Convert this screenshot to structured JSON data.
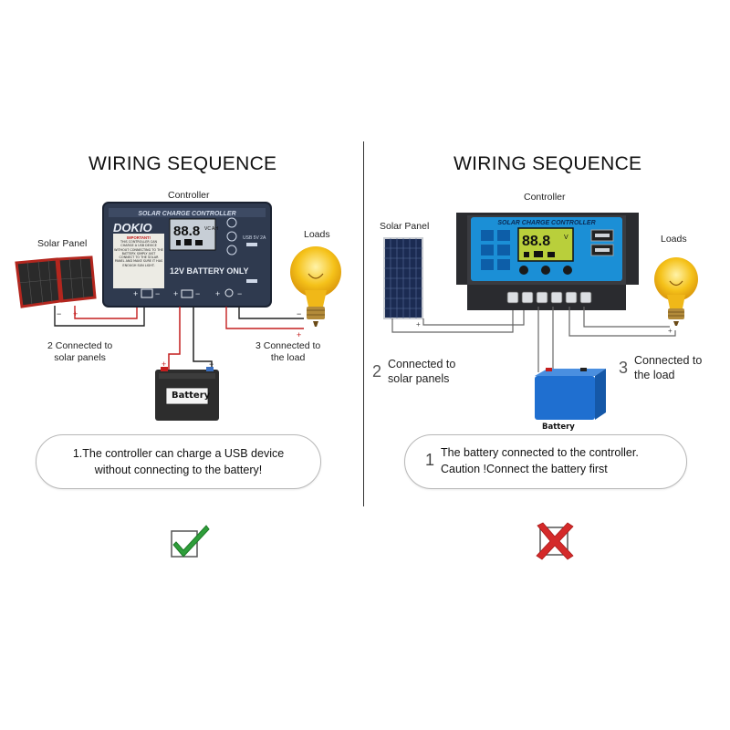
{
  "left": {
    "title": "WIRING SEQUENCE",
    "controller_label": "Controller",
    "solar_label": "Solar Panel",
    "loads_label": "Loads",
    "conn_solar": "2 Connected to\nsolar panels",
    "conn_load": "3 Connected to\nthe load",
    "battery_label": "Battery",
    "controller": {
      "header": "SOLAR CHARGE CONTROLLER",
      "brand": "DOKIO",
      "important": "IMPORTANT!",
      "notice": "THIS CONTROLLER CAN CHARGE A USB DEVICE WITHOUT CONNECTING TO THE BATTERY. SIMPLY JUST CONNECT TO THE SOLAR PANEL AND MAKE SURE IT HAS ENOUGH SUN LIGHT.",
      "lcd": "88.8",
      "lcd_units": "VC AH",
      "model": "12V BATTERY ONLY",
      "usb": "USB 5V 2A"
    },
    "note": "1.The controller can charge a USB device\nwithout connecting to the battery!",
    "verdict": "check-icon",
    "verdict_color": "#2e9e3a"
  },
  "right": {
    "title": "WIRING SEQUENCE",
    "controller_label": "Controller",
    "solar_label": "Solar Panel",
    "loads_label": "Loads",
    "conn_solar_num": "2",
    "conn_solar": "Connected to\nsolar panels",
    "conn_load_num": "3",
    "conn_load": "Connected to\nthe load",
    "battery_label": "Battery",
    "controller": {
      "header": "SOLAR CHARGE CONTROLLER",
      "lcd": "88.8",
      "lcd_unit": "V"
    },
    "note_num": "1",
    "note": "The battery connected to the controller.\nCaution !Connect the battery first",
    "verdict": "cross-icon",
    "verdict_color": "#d42a2a"
  }
}
